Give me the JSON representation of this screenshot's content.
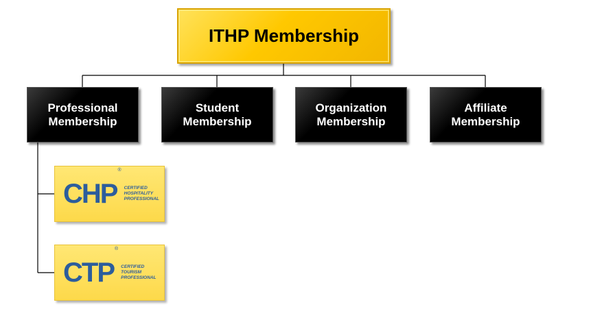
{
  "root": {
    "label": "ITHP Membership"
  },
  "children": [
    {
      "line1": "Professional",
      "line2": "Membership"
    },
    {
      "line1": "Student",
      "line2": "Membership"
    },
    {
      "line1": "Organization",
      "line2": "Membership"
    },
    {
      "line1": "Affiliate",
      "line2": "Membership"
    }
  ],
  "certifications": [
    {
      "abbr": "CHP",
      "reg": "®",
      "desc1": "CERTIFIED",
      "desc2": "HOSPITALITY",
      "desc3": "PROFESSIONAL"
    },
    {
      "abbr": "CTP",
      "reg": "®",
      "desc1": "CERTIFIED",
      "desc2": "TOURISM",
      "desc3": "PROFESSIONAL"
    }
  ],
  "colors": {
    "root_fill": "#ffc800",
    "child_fill": "#000000",
    "cert_fill": "#fdd94a",
    "cert_text": "#2c5d9c"
  }
}
